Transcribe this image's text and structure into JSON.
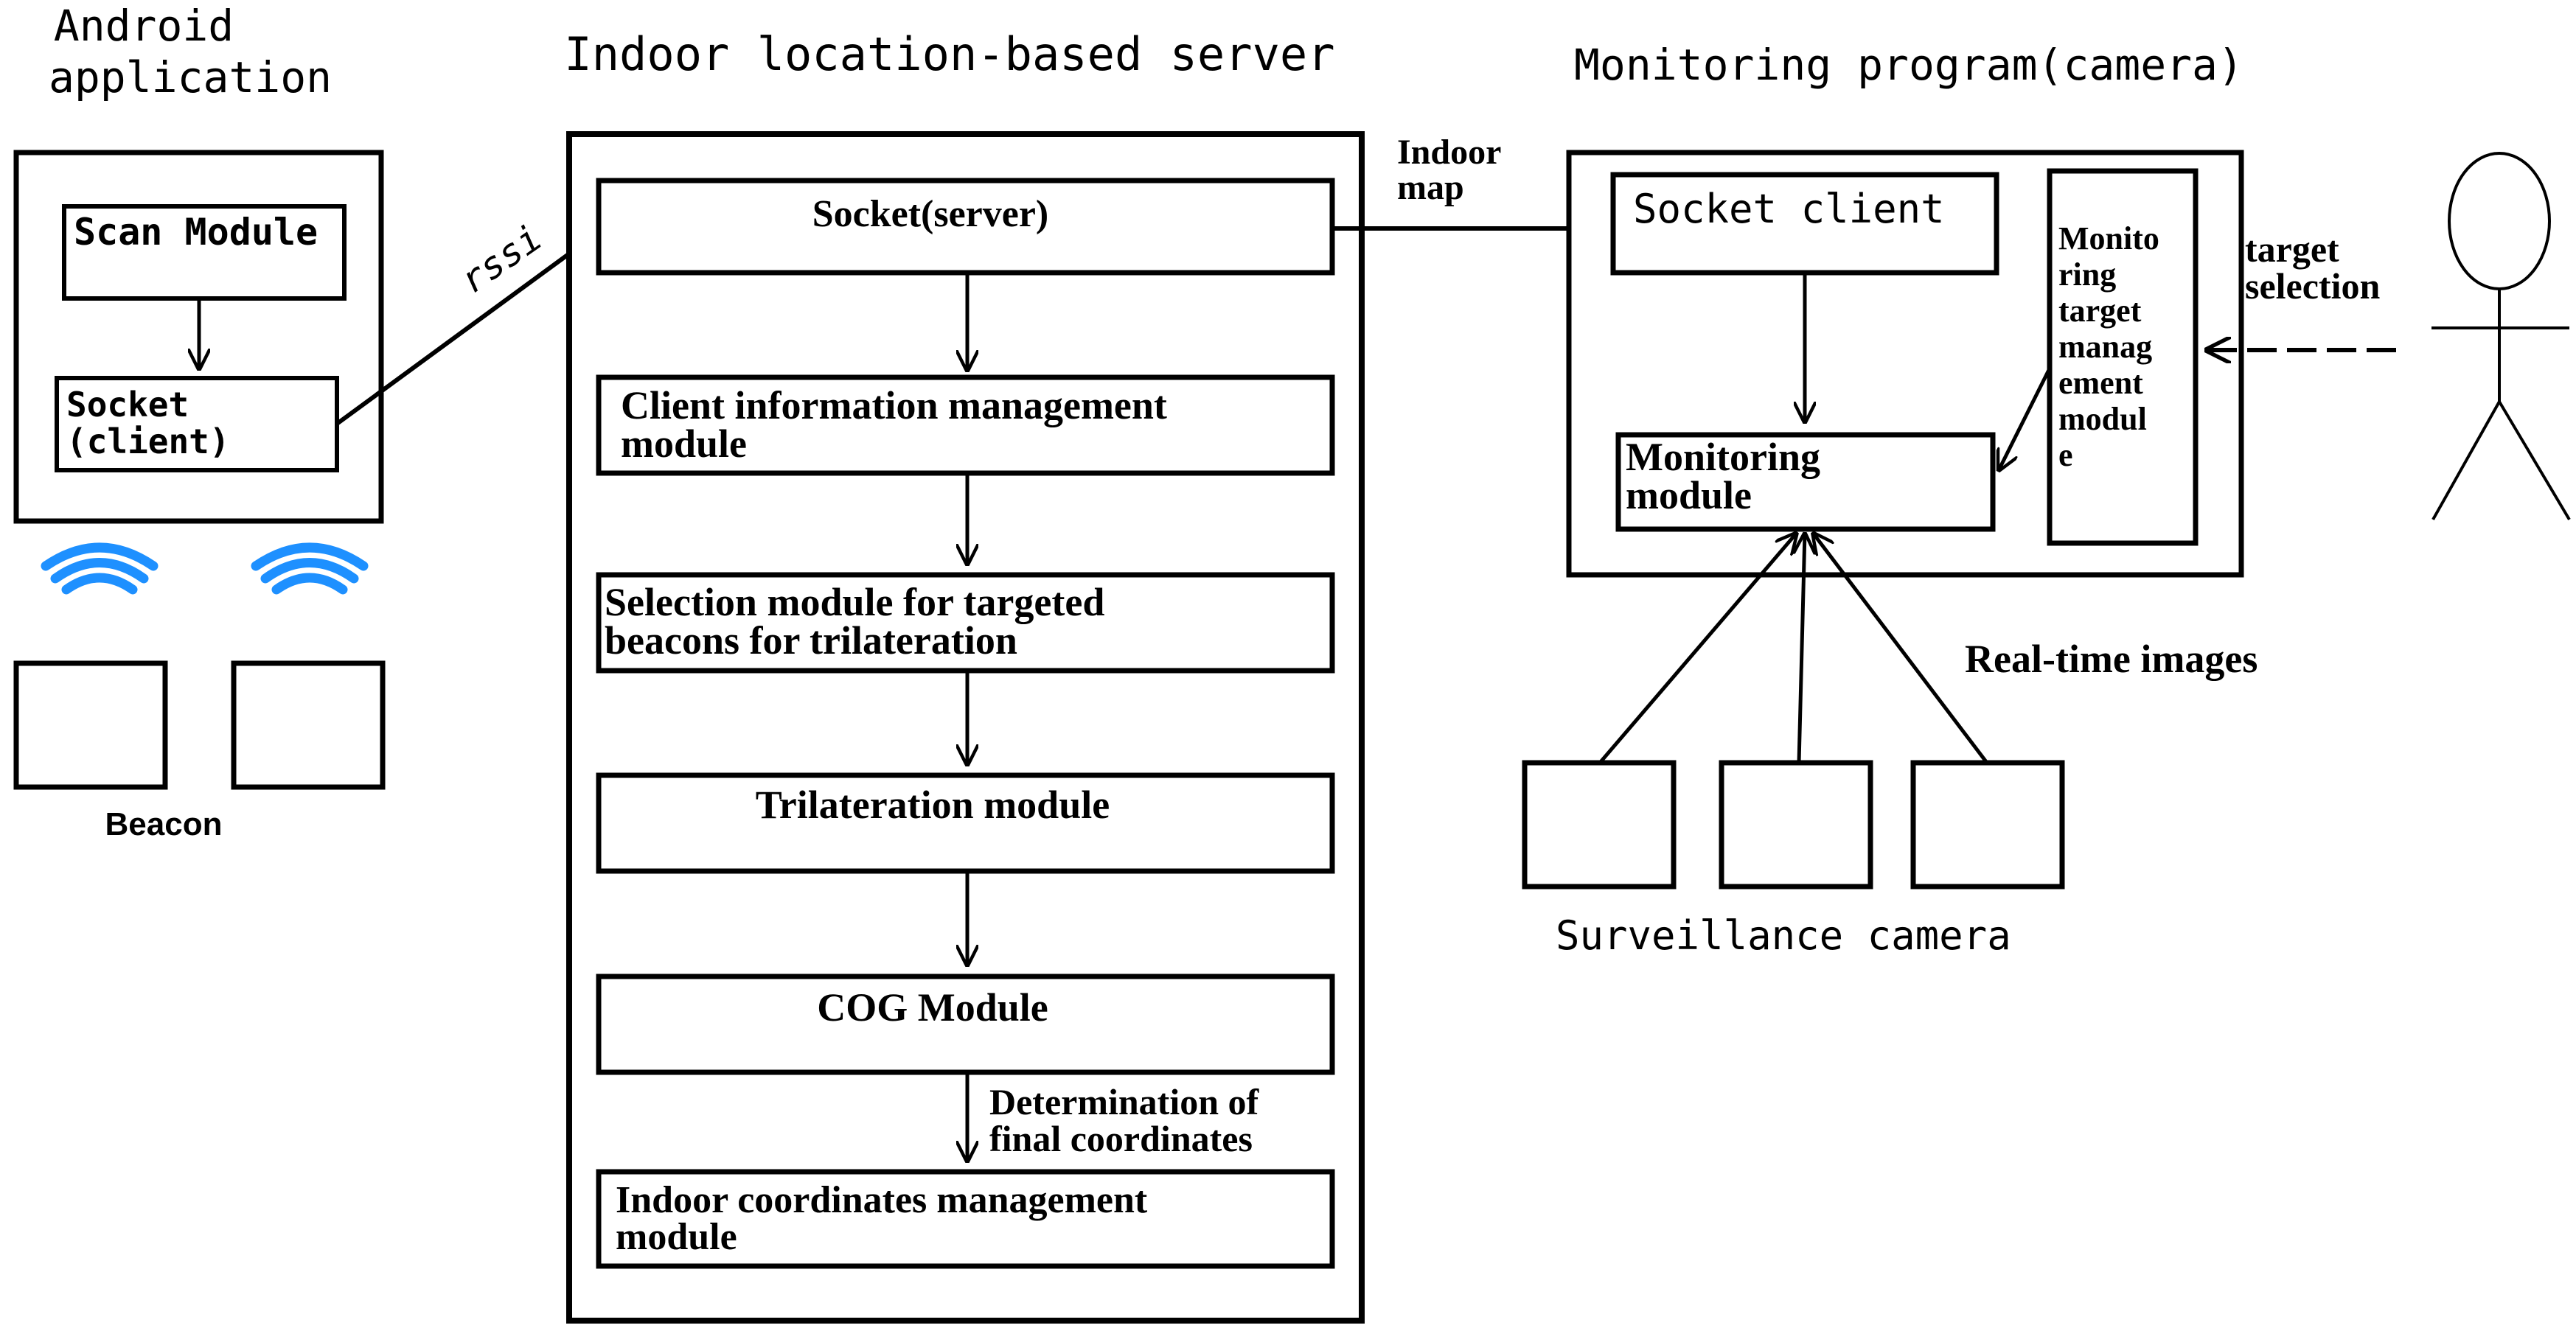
{
  "android": {
    "title_line1": "Android",
    "title_line2": "application",
    "scan_module": "Scan Module",
    "socket_client_line1": "Socket",
    "socket_client_line2": "(client)",
    "beacon_label": "Beacon"
  },
  "rssi_label": "rssi",
  "server": {
    "title": "Indoor location-based server",
    "socket_server": "Socket(server)",
    "client_info_line1": "Client information management",
    "client_info_line2": "module",
    "selection_line1": "Selection module for targeted",
    "selection_line2": "beacons for trilateration",
    "trilateration": "Trilateration module",
    "cog": "COG Module",
    "determination_line1": "Determination of",
    "determination_line2": "final coordinates",
    "indoor_coords_line1": "Indoor coordinates management",
    "indoor_coords_line2": "module"
  },
  "indoor_map": {
    "line1": "Indoor",
    "line2": "map"
  },
  "monitoring": {
    "title": "Monitoring program(camera)",
    "socket_client": "Socket client",
    "monitoring_module_line1": "Monitoring",
    "monitoring_module_line2": "module",
    "target_mgmt_lines": [
      "Monito",
      "ring",
      "target",
      "manag",
      "ement",
      "modul",
      "e"
    ],
    "target_selection_line1": "target",
    "target_selection_line2": "selection",
    "realtime_images": "Real-time images",
    "surveillance_camera": "Surveillance camera"
  }
}
